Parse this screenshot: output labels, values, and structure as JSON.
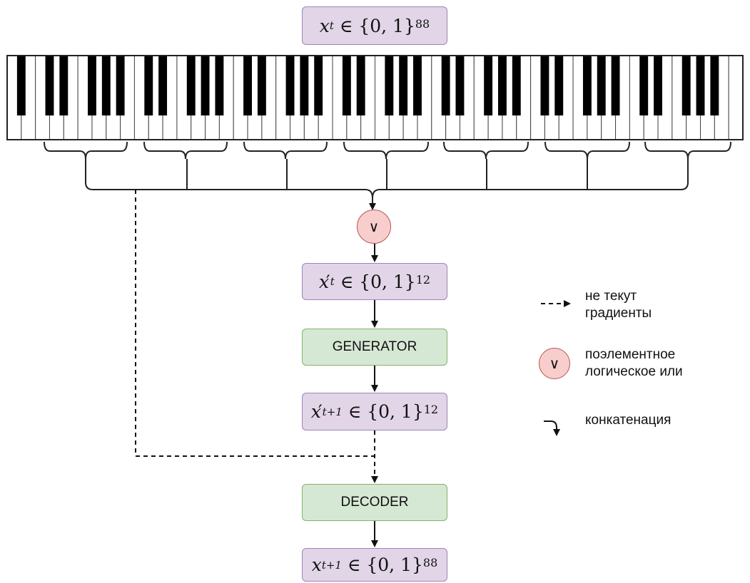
{
  "piano": {
    "white_keys": 52,
    "octave_groups": 7
  },
  "nodes": {
    "input": {
      "var": "x",
      "sub": "t",
      "rel": "∈ {0, 1}",
      "sup": "88"
    },
    "reduced": {
      "var": "x",
      "sub": "t",
      "rel": "∈ {0, 1}",
      "sup": "12"
    },
    "generator": "GENERATOR",
    "next_reduced": {
      "var": "x",
      "sub": "t+1",
      "rel": "∈ {0, 1}",
      "sup": "12"
    },
    "decoder": "DECODER",
    "output": {
      "var": "x",
      "sub": "t+1",
      "rel": "∈ {0, 1}",
      "sup": "88"
    }
  },
  "or_symbol": "∨",
  "legend": {
    "no_grad": "не текут\nградиенты",
    "or_symbol": "∨",
    "elementwise_or": "поэлементное\nлогическое или",
    "concat": "конкатенация"
  },
  "colors": {
    "purple_fill": "#e1d5e7",
    "purple_stroke": "#9b86b8",
    "green_fill": "#d5e8d4",
    "green_stroke": "#82b366",
    "red_fill": "#f8cecc",
    "red_stroke": "#b85450"
  }
}
